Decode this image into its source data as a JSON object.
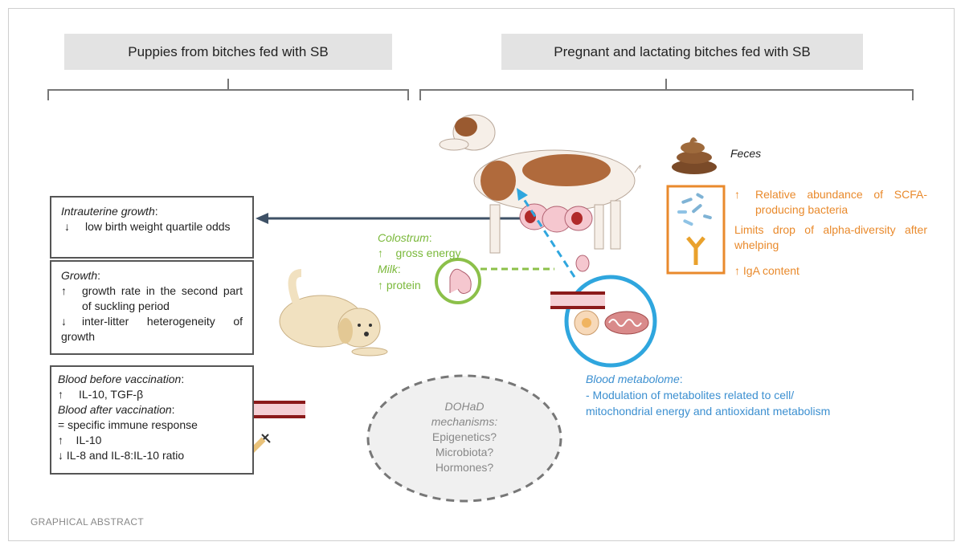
{
  "headers": {
    "left": "Puppies from bitches fed with SB",
    "right": "Pregnant and lactating bitches fed with SB"
  },
  "intrauterine": {
    "title": "Intrauterine growth",
    "colon": ":",
    "arrow": "↓",
    "text": "low birth weight quartile odds"
  },
  "growth": {
    "title": "Growth",
    "colon": ":",
    "items": [
      {
        "arrow": "↑",
        "text": "growth rate in the second part of suckling period"
      },
      {
        "arrow": "↓",
        "text": "inter-litter heterogeneity of growth"
      }
    ]
  },
  "blood_box": {
    "before_title": "Blood before vaccination",
    "colon": ":",
    "before_arrow": "↑",
    "before_text": "IL-10, TGF-β",
    "after_title": "Blood after vaccination",
    "after_items": [
      "= specific immune response",
      "↑    IL-10",
      "↓ IL-8 and IL-8:IL-10 ratio"
    ]
  },
  "colostrum": {
    "title": "Colostrum",
    "colon": ":",
    "item": "↑    gross energy",
    "milk_title": "Milk",
    "milk_item": "↑ protein"
  },
  "feces": {
    "label": "Feces",
    "items": [
      {
        "arrow": "↑",
        "text": "Relative abundance of SCFA-producing bacteria"
      },
      {
        "arrow": "",
        "text": "Limits drop of alpha-diversity after whelping"
      },
      {
        "arrow": "↑",
        "text": "IgA content"
      }
    ]
  },
  "metabolome": {
    "title": "Blood metabolome",
    "colon": ":",
    "line1": "- Modulation of metabolites related to cell/",
    "line2": "mitochondrial energy and antioxidant metabolism"
  },
  "dohad": {
    "title_line1": "DOHaD",
    "title_line2": "mechanisms:",
    "items": [
      "Epigenetics?",
      "Microbiota?",
      "Hormones?"
    ]
  },
  "footer": "GRAPHICAL ABSTRACT",
  "colors": {
    "green": "#7ab83a",
    "orange": "#e98a2c",
    "blue": "#3b8fd0",
    "arrow_dark": "#3e5166"
  }
}
